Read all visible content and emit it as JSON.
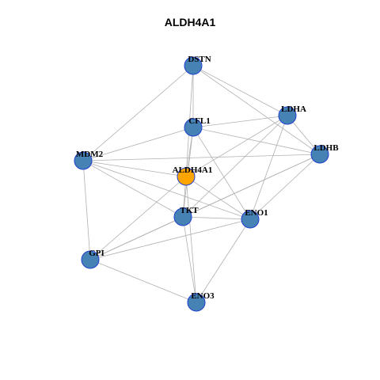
{
  "title": "ALDH4A1",
  "colors": {
    "node_default": "#4682b4",
    "node_focus": "#ffa500",
    "node_border": "#1f3fd0",
    "edge": "#b0b0b0"
  },
  "nodes": [
    {
      "id": "DSTN",
      "label": "DSTN",
      "focus": false
    },
    {
      "id": "LDHA",
      "label": "LDHA",
      "focus": false
    },
    {
      "id": "CFL1",
      "label": "CFL1",
      "focus": false
    },
    {
      "id": "LDHB",
      "label": "LDHB",
      "focus": false
    },
    {
      "id": "MDM2",
      "label": "MDM2",
      "focus": false
    },
    {
      "id": "ALDH4A1",
      "label": "ALDH4A1",
      "focus": true
    },
    {
      "id": "TKT",
      "label": "TKT",
      "focus": false
    },
    {
      "id": "ENO1",
      "label": "ENO1",
      "focus": false
    },
    {
      "id": "GPI",
      "label": "GPI",
      "focus": false
    },
    {
      "id": "ENO3",
      "label": "ENO3",
      "focus": false
    }
  ],
  "edges": [
    [
      "DSTN",
      "LDHA"
    ],
    [
      "DSTN",
      "LDHB"
    ],
    [
      "DSTN",
      "CFL1"
    ],
    [
      "DSTN",
      "MDM2"
    ],
    [
      "DSTN",
      "ALDH4A1"
    ],
    [
      "CFL1",
      "LDHA"
    ],
    [
      "CFL1",
      "LDHB"
    ],
    [
      "CFL1",
      "MDM2"
    ],
    [
      "CFL1",
      "ENO1"
    ],
    [
      "CFL1",
      "TKT"
    ],
    [
      "CFL1",
      "ALDH4A1"
    ],
    [
      "LDHA",
      "LDHB"
    ],
    [
      "LDHA",
      "ALDH4A1"
    ],
    [
      "LDHA",
      "ENO1"
    ],
    [
      "LDHA",
      "TKT"
    ],
    [
      "LDHB",
      "MDM2"
    ],
    [
      "LDHB",
      "ENO1"
    ],
    [
      "LDHB",
      "TKT"
    ],
    [
      "LDHB",
      "GPI"
    ],
    [
      "MDM2",
      "ALDH4A1"
    ],
    [
      "MDM2",
      "TKT"
    ],
    [
      "MDM2",
      "ENO1"
    ],
    [
      "MDM2",
      "GPI"
    ],
    [
      "ALDH4A1",
      "ENO1"
    ],
    [
      "ALDH4A1",
      "TKT"
    ],
    [
      "ALDH4A1",
      "GPI"
    ],
    [
      "ALDH4A1",
      "ENO3"
    ],
    [
      "TKT",
      "ENO1"
    ],
    [
      "TKT",
      "GPI"
    ],
    [
      "TKT",
      "ENO3"
    ],
    [
      "ENO1",
      "GPI"
    ],
    [
      "ENO1",
      "ENO3"
    ],
    [
      "GPI",
      "ENO3"
    ]
  ]
}
